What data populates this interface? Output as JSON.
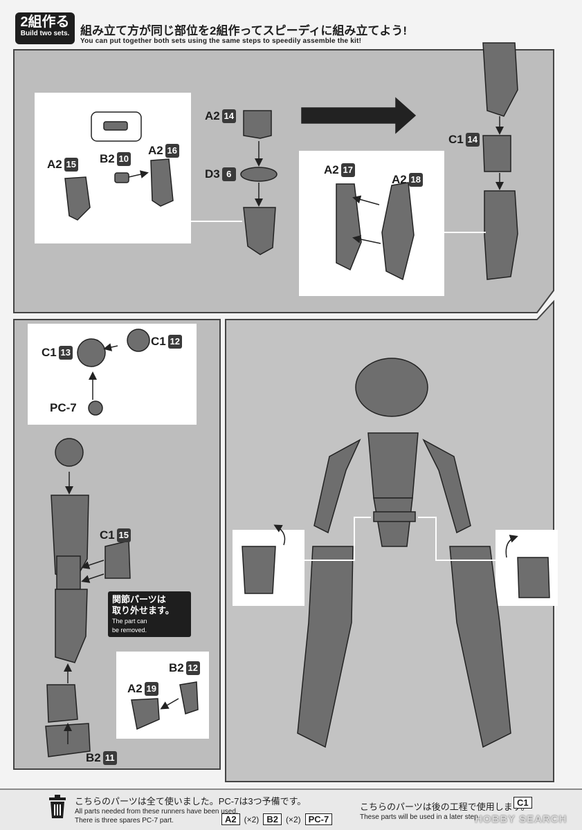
{
  "header": {
    "step_jp": "2組作る",
    "step_en": "Build two sets.",
    "instruction_jp": "組み立て方が同じ部位を2組作ってスピーディに組み立てよう!",
    "instruction_en": "You can put together both sets using the same steps to speedily assemble the kit!"
  },
  "upper_panel": {
    "parts": {
      "a2_15": {
        "runner": "A2",
        "num": "15"
      },
      "b2_10": {
        "runner": "B2",
        "num": "10"
      },
      "a2_16": {
        "runner": "A2",
        "num": "16"
      },
      "a2_14": {
        "runner": "A2",
        "num": "14"
      },
      "d3_6": {
        "runner": "D3",
        "num": "6"
      },
      "a2_17": {
        "runner": "A2",
        "num": "17"
      },
      "a2_18": {
        "runner": "A2",
        "num": "18"
      },
      "c1_14": {
        "runner": "C1",
        "num": "14"
      }
    }
  },
  "left_panel": {
    "parts": {
      "c1_13": {
        "runner": "C1",
        "num": "13"
      },
      "c1_12": {
        "runner": "C1",
        "num": "12"
      },
      "pc7": {
        "runner": "PC-7"
      },
      "c1_15": {
        "runner": "C1",
        "num": "15"
      },
      "b2_12": {
        "runner": "B2",
        "num": "12"
      },
      "a2_19": {
        "runner": "A2",
        "num": "19"
      },
      "b2_11": {
        "runner": "B2",
        "num": "11"
      }
    },
    "joint_note_jp_1": "関節パーツは",
    "joint_note_jp_2": "取り外せます。",
    "joint_note_en_1": "The part can",
    "joint_note_en_2": "be removed."
  },
  "footer": {
    "used_jp": "こちらのパーツは全て使いました。PC-7は3つ予備です。",
    "used_en_1": "All parts needed from these runners have been used.",
    "used_en_2": "There is three spares PC-7 part.",
    "runners": [
      {
        "tag": "A2",
        "count": "(×2)"
      },
      {
        "tag": "B2",
        "count": "(×2)"
      },
      {
        "tag": "PC-7",
        "count": ""
      }
    ],
    "later_jp": "こちらのパーツは後の工程で使用します。",
    "later_en": "These parts will be used in a later step.",
    "later_runner": "C1",
    "watermark": "HOBBY SEARCH"
  },
  "colors": {
    "panel_gray": "#bdbdbd",
    "part_gray": "#6e6e6e",
    "badge_dark": "#1e1e1e"
  }
}
